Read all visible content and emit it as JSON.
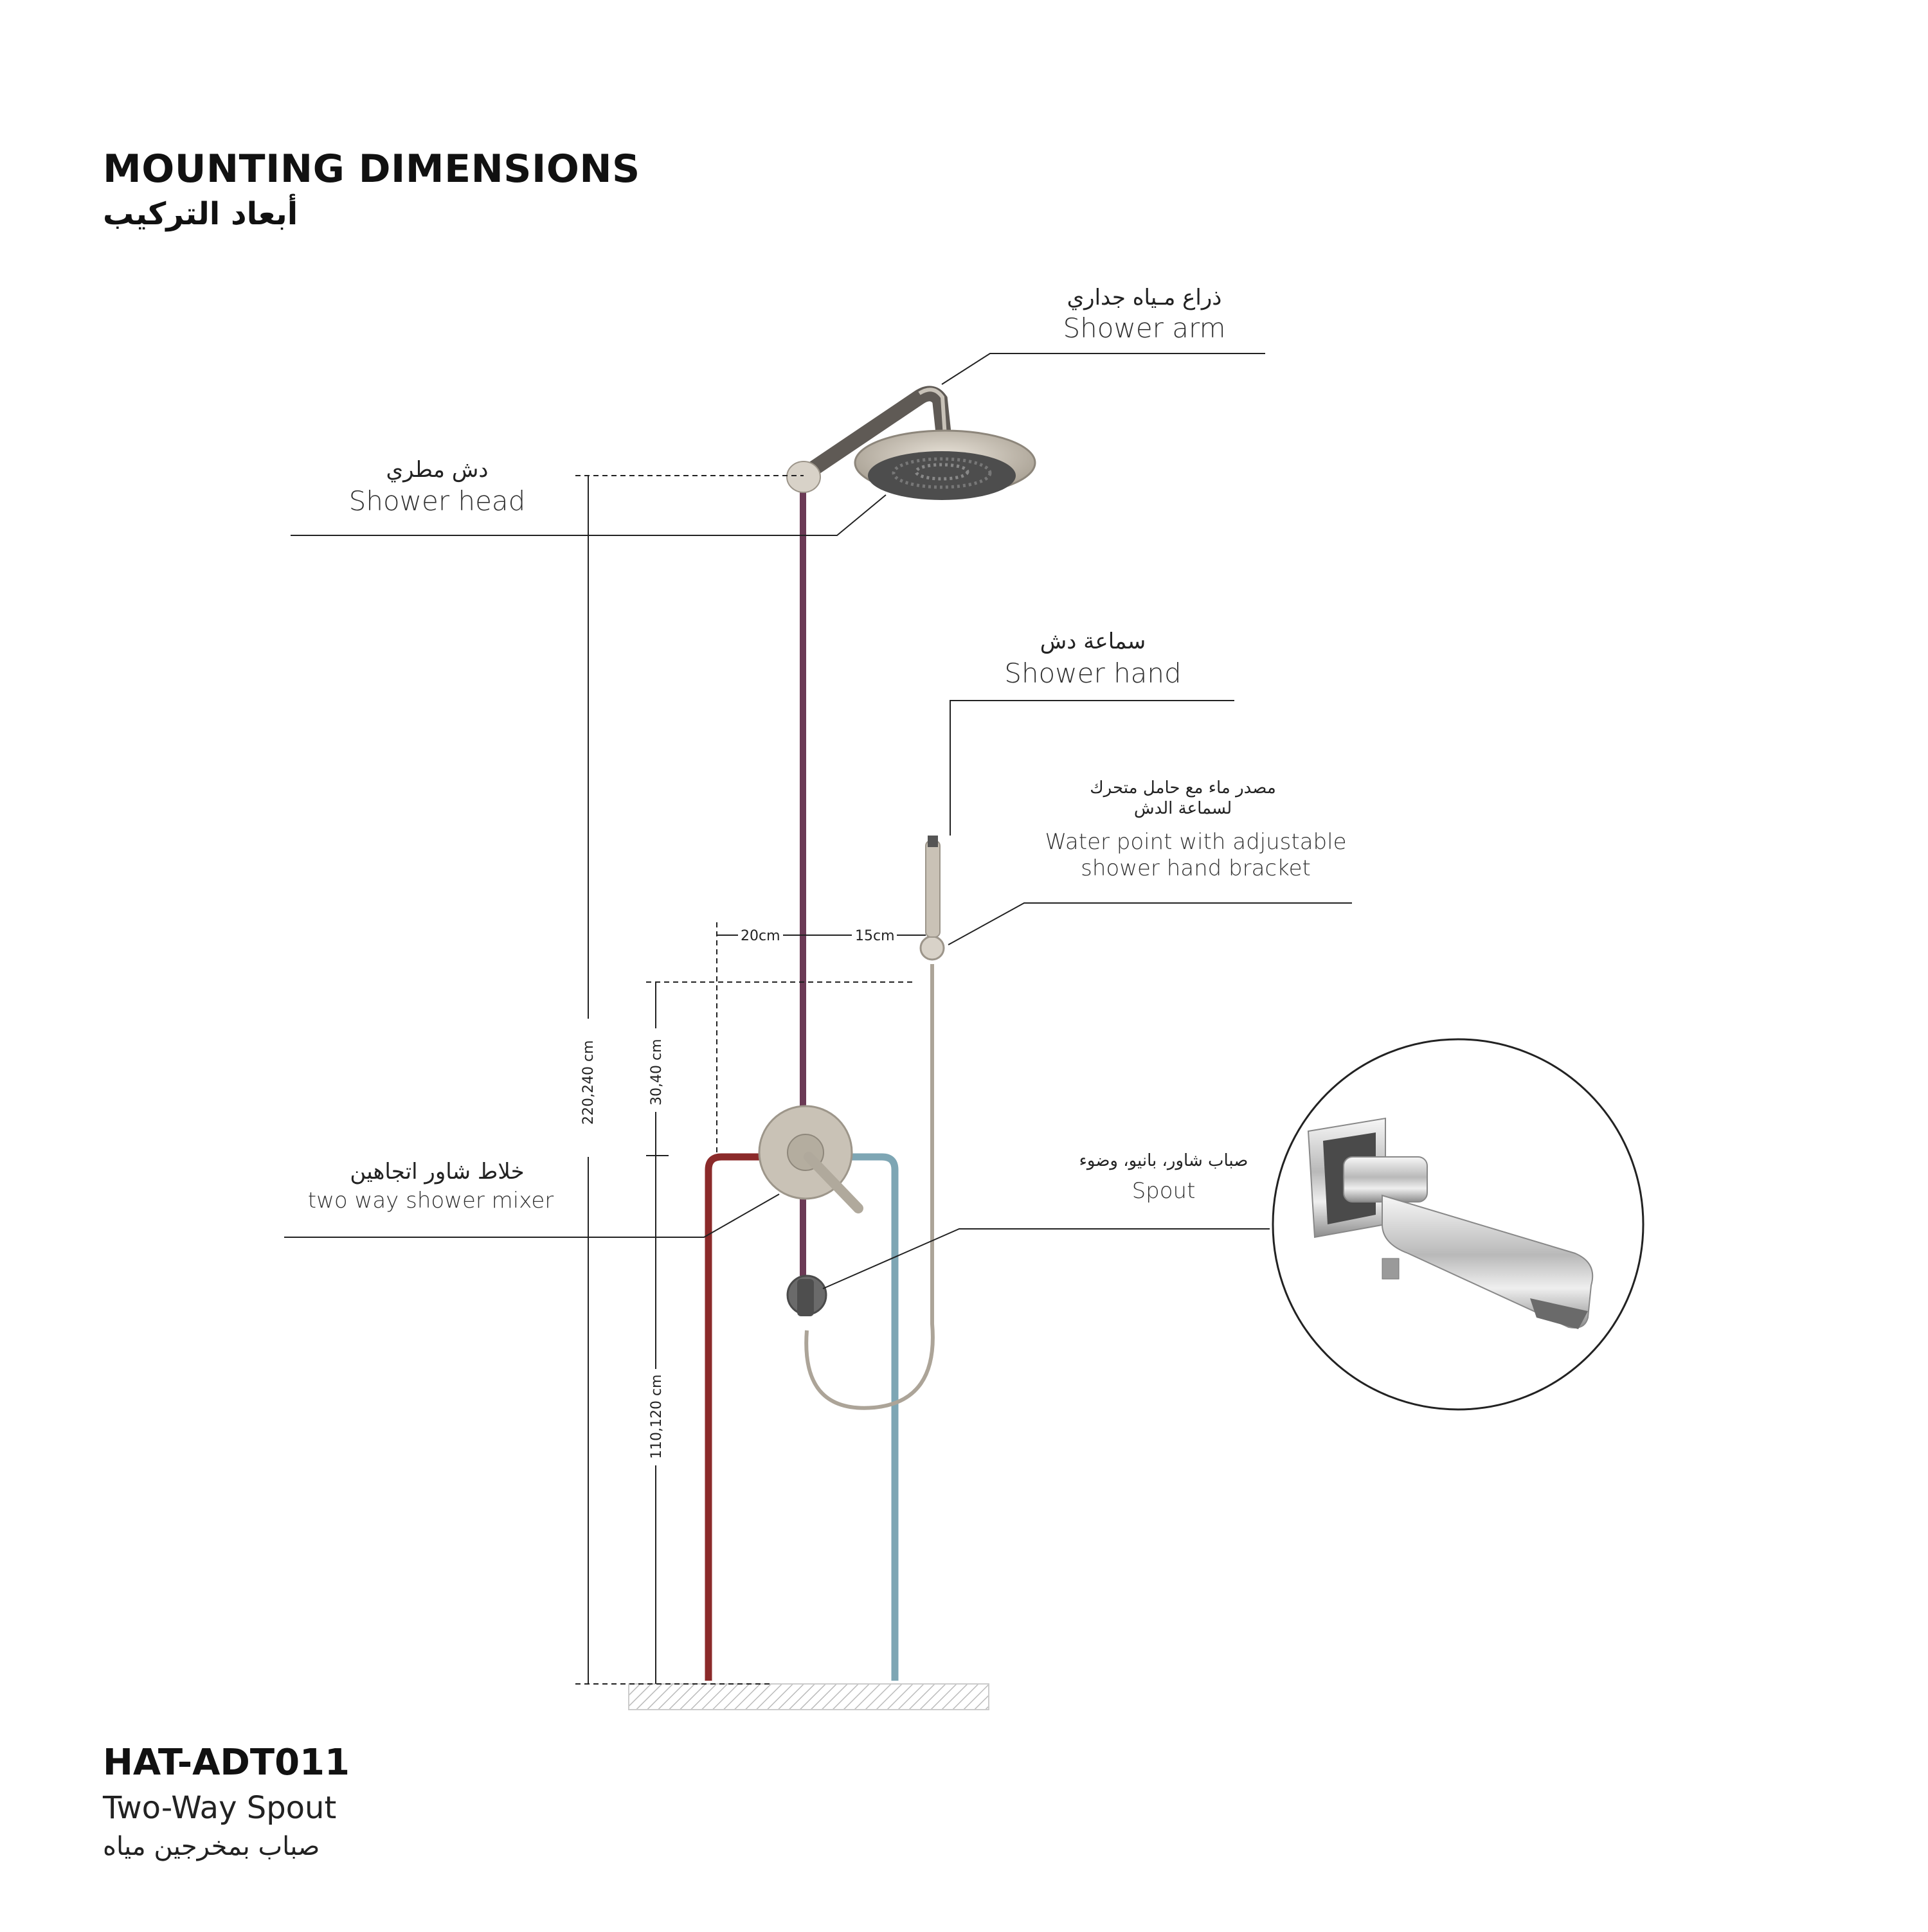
{
  "header": {
    "title_en": "MOUNTING DIMENSIONS",
    "title_ar": "أبعاد التركيب"
  },
  "labels": {
    "shower_arm": {
      "ar": "ذراع مـياه جداري",
      "en": "Shower arm"
    },
    "shower_head": {
      "ar": "دش مطري",
      "en": "Shower head"
    },
    "shower_hand": {
      "ar": "سماعة دش",
      "en": "Shower hand"
    },
    "water_point": {
      "ar_line1": "مصدر ماء مع حامل متحرك",
      "ar_line2": "لسماعة الدش",
      "en_line1": "Water point with adjustable",
      "en_line2": "shower hand  bracket"
    },
    "mixer": {
      "ar": "خلاط شاور اتجاهين",
      "en": "two way shower mixer"
    },
    "spout": {
      "ar": "صباب شاور، بانيو، وضوء",
      "en": "Spout"
    }
  },
  "dimensions": {
    "total_height": "220,240 cm",
    "upper_offset": "30,40 cm",
    "mixer_height": "110,120 cm",
    "left_gap": "20cm",
    "right_gap": "15cm"
  },
  "product": {
    "model": "HAT-ADT011",
    "name_en": "Two-Way Spout",
    "name_ar": "صباب بمخرجين مياه"
  },
  "colors": {
    "hot_pipe": "#8b2a2a",
    "cold_pipe": "#7ea6b4",
    "riser_pipe": "#6b3a55",
    "fixture_metal": "#bdb5a8",
    "leader_line": "#222222"
  }
}
